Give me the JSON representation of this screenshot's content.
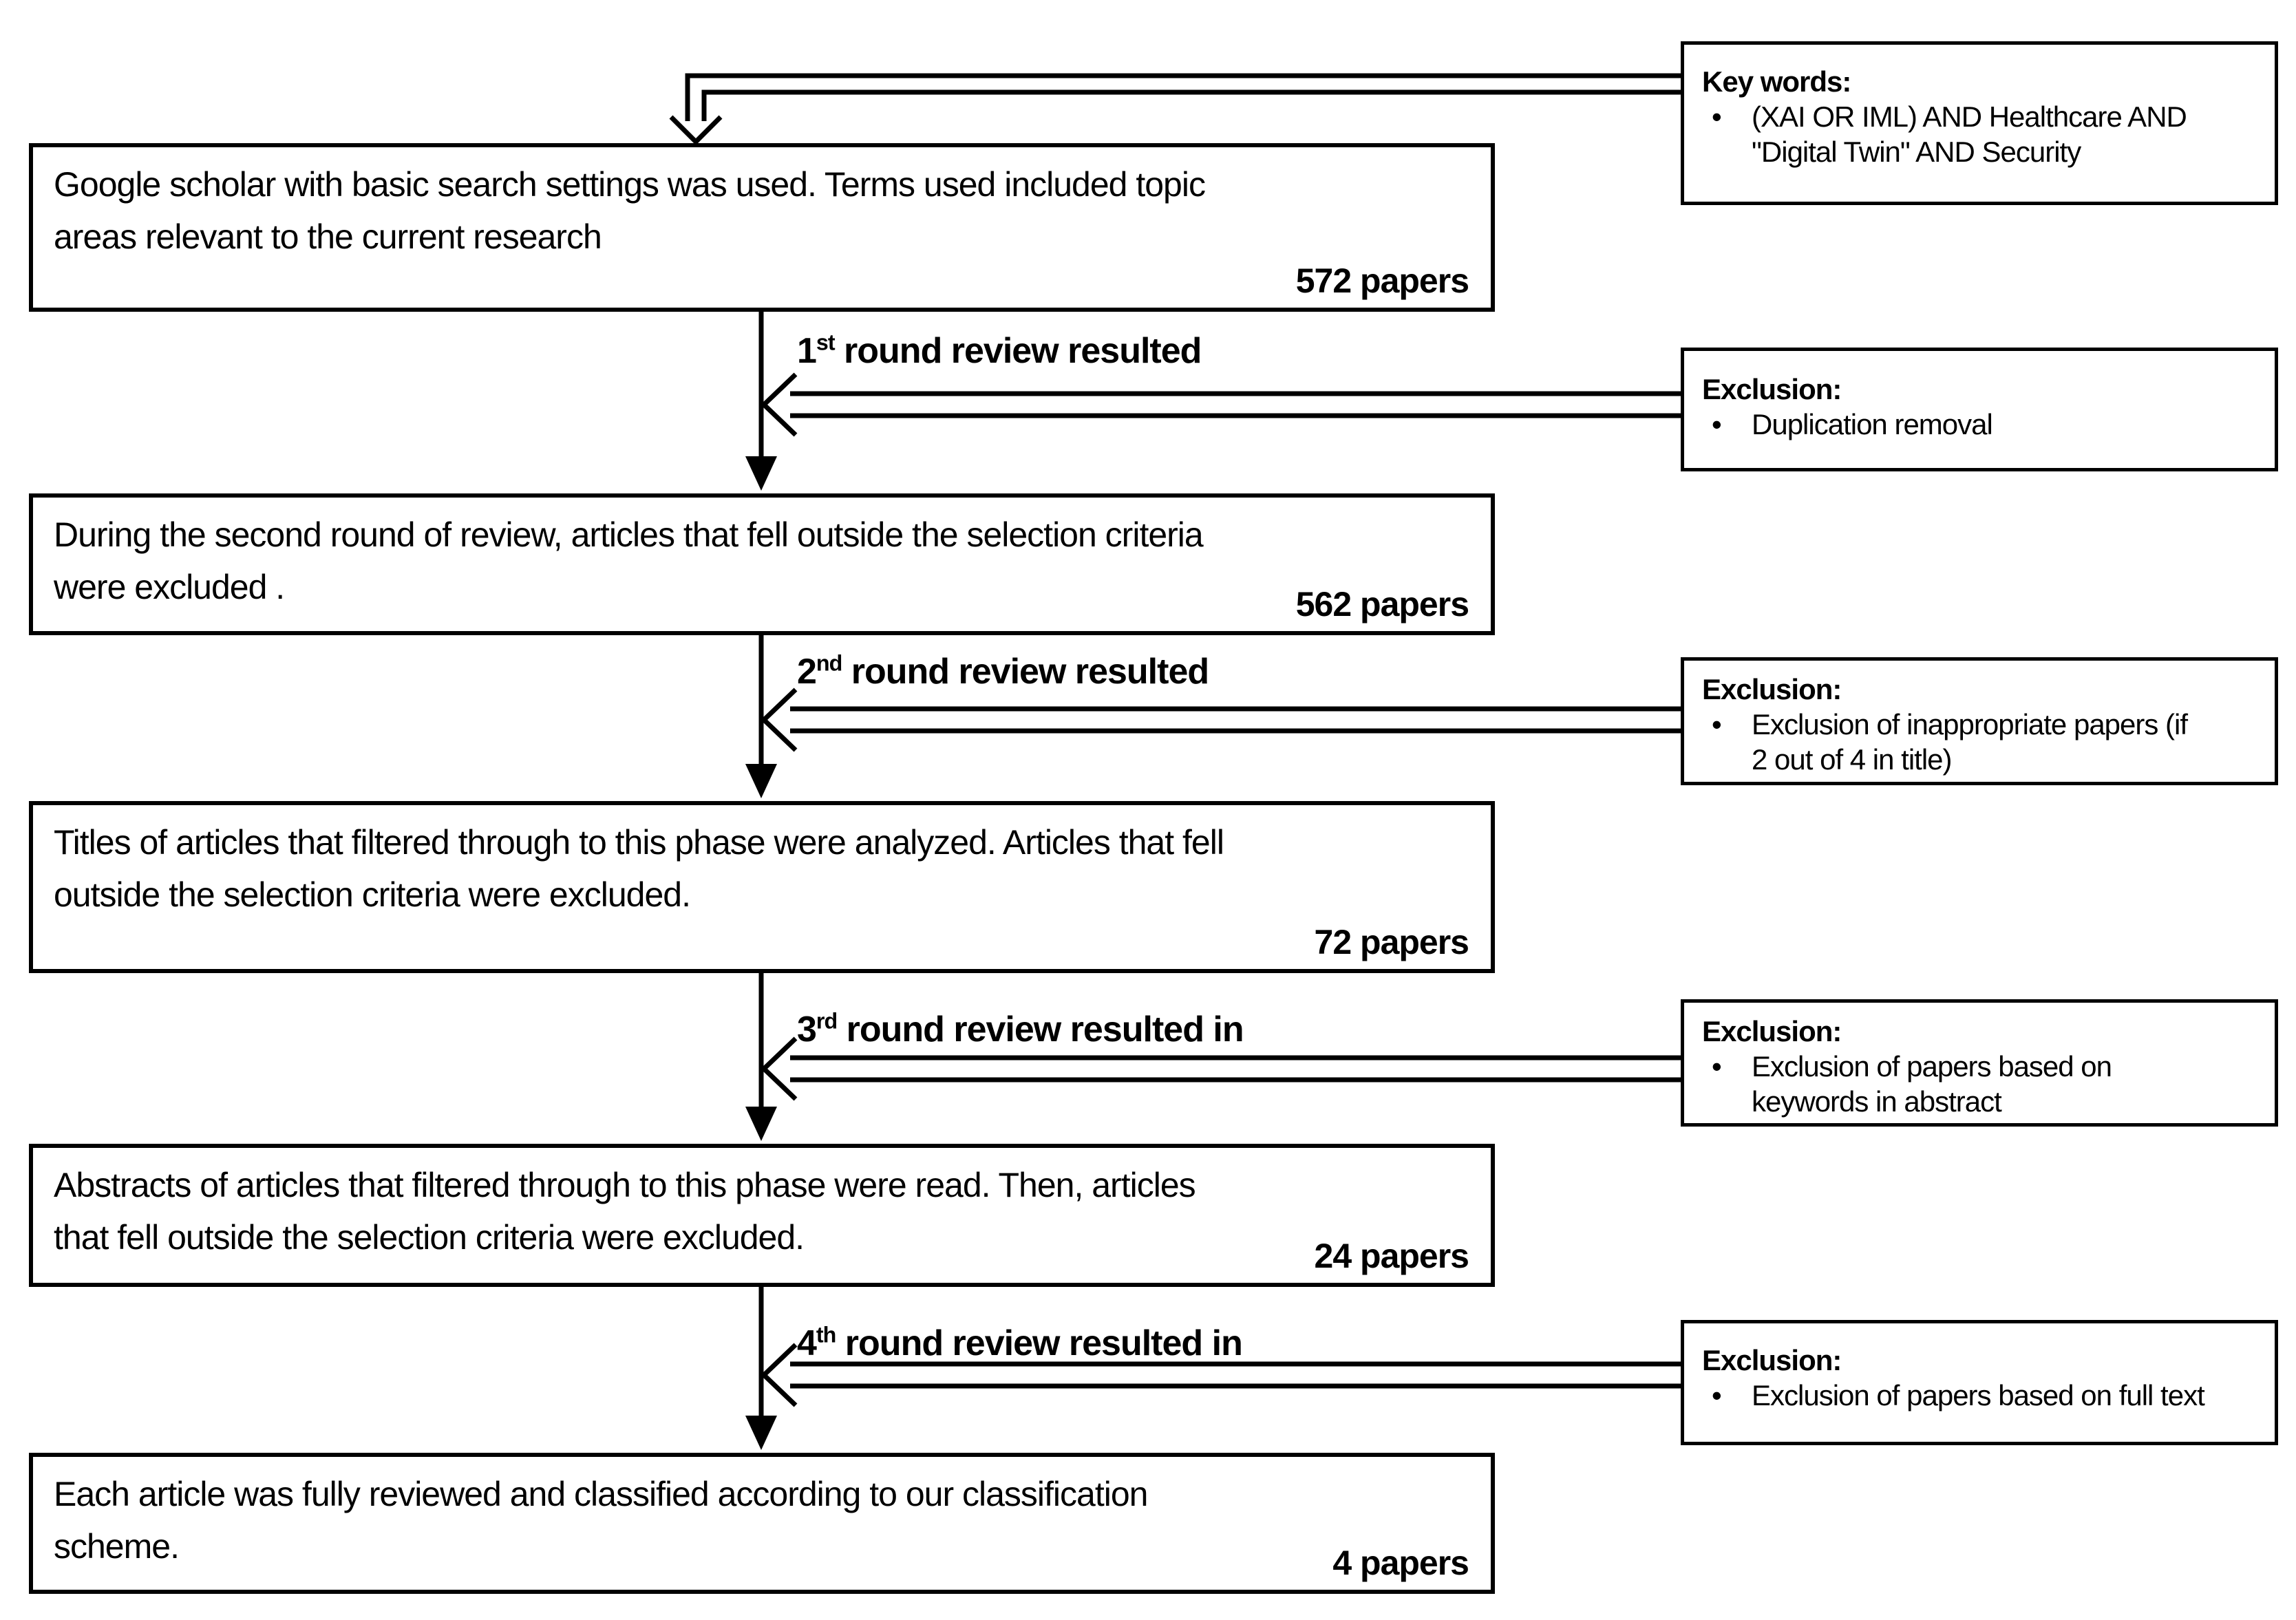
{
  "diagram": {
    "title_hint": "Literature review selection flowchart",
    "colors": {
      "line": "#000000",
      "background": "#ffffff",
      "text": "#000000"
    },
    "main_boxes": [
      {
        "lines": [
          "Google scholar with basic search settings was used. Terms used included topic",
          "areas relevant to the current research"
        ],
        "papers_label": "572 papers"
      },
      {
        "lines": [
          "During the second round of review, articles that fell outside the selection criteria",
          "were excluded ."
        ],
        "papers_label": "562  papers"
      },
      {
        "lines": [
          "Titles of articles that filtered through to this phase were analyzed. Articles that fell",
          "outside the selection criteria were excluded."
        ],
        "papers_label": "72 papers"
      },
      {
        "lines": [
          "Abstracts of articles that filtered through to this phase were read. Then, articles",
          "that fell outside the selection criteria were excluded."
        ],
        "papers_label": "24 papers"
      },
      {
        "lines": [
          "Each article was fully reviewed and classified according to our classification",
          "scheme."
        ],
        "papers_label": "4 papers"
      }
    ],
    "keywords_box": {
      "title": "Key words:",
      "bullet": "•",
      "item_lines": [
        "(XAI OR IML) AND Healthcare AND",
        "\"Digital Twin\" AND Security"
      ]
    },
    "exclusion_boxes": [
      {
        "title": "Exclusion:",
        "bullet": "•",
        "item_lines": [
          "Duplication removal"
        ]
      },
      {
        "title": "Exclusion:",
        "bullet": "•",
        "item_lines": [
          "Exclusion of inappropriate papers (if",
          "2 out of 4 in title)"
        ]
      },
      {
        "title": "Exclusion:",
        "bullet": "•",
        "item_lines": [
          "Exclusion of papers based on",
          "keywords in abstract"
        ]
      },
      {
        "title": "Exclusion:",
        "bullet": "•",
        "item_lines": [
          "Exclusion of papers based on full text"
        ]
      }
    ],
    "round_labels": [
      {
        "num": "1",
        "sup": "st",
        "rest": " round review resulted"
      },
      {
        "num": "2",
        "sup": "nd",
        "rest": " round review resulted"
      },
      {
        "num": "3",
        "sup": "rd",
        "rest": " round review resulted in"
      },
      {
        "num": "4",
        "sup": "th",
        "rest": " round review resulted in"
      }
    ]
  }
}
